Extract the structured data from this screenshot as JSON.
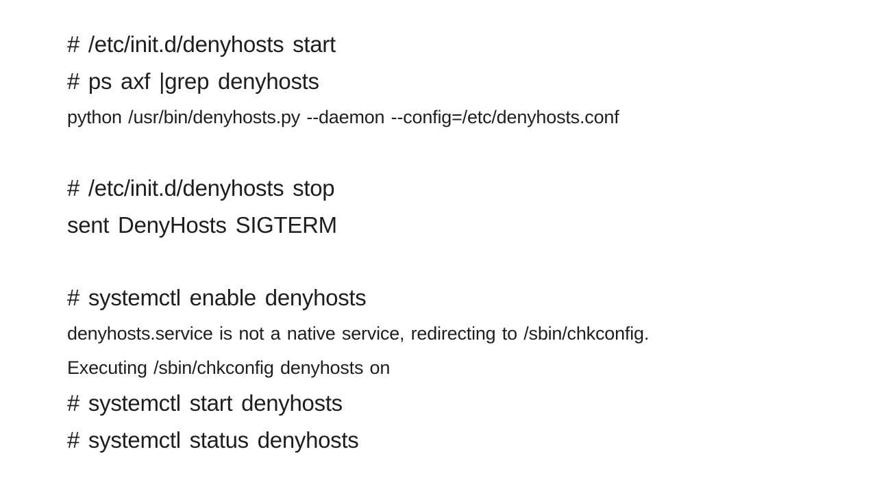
{
  "slide": {
    "background_color": "#ffffff",
    "text_color": "#1e1e1e",
    "lines": [
      {
        "text": "# /etc/init.d/denyhosts start",
        "style": "command"
      },
      {
        "text": "# ps axf |grep denyhosts",
        "style": "command"
      },
      {
        "text": "python /usr/bin/denyhosts.py --daemon --config=/etc/denyhosts.conf",
        "style": "output"
      },
      {
        "text": "",
        "style": "blank"
      },
      {
        "text": "# /etc/init.d/denyhosts stop",
        "style": "command"
      },
      {
        "text": "sent DenyHosts SIGTERM",
        "style": "command"
      },
      {
        "text": "",
        "style": "blank"
      },
      {
        "text": "# systemctl enable denyhosts",
        "style": "command"
      },
      {
        "text": "denyhosts.service is not a native service, redirecting to /sbin/chkconfig.",
        "style": "output"
      },
      {
        "text": "Executing /sbin/chkconfig denyhosts on",
        "style": "output"
      },
      {
        "text": "# systemctl start denyhosts",
        "style": "command"
      },
      {
        "text": "# systemctl status denyhosts",
        "style": "command"
      }
    ]
  }
}
